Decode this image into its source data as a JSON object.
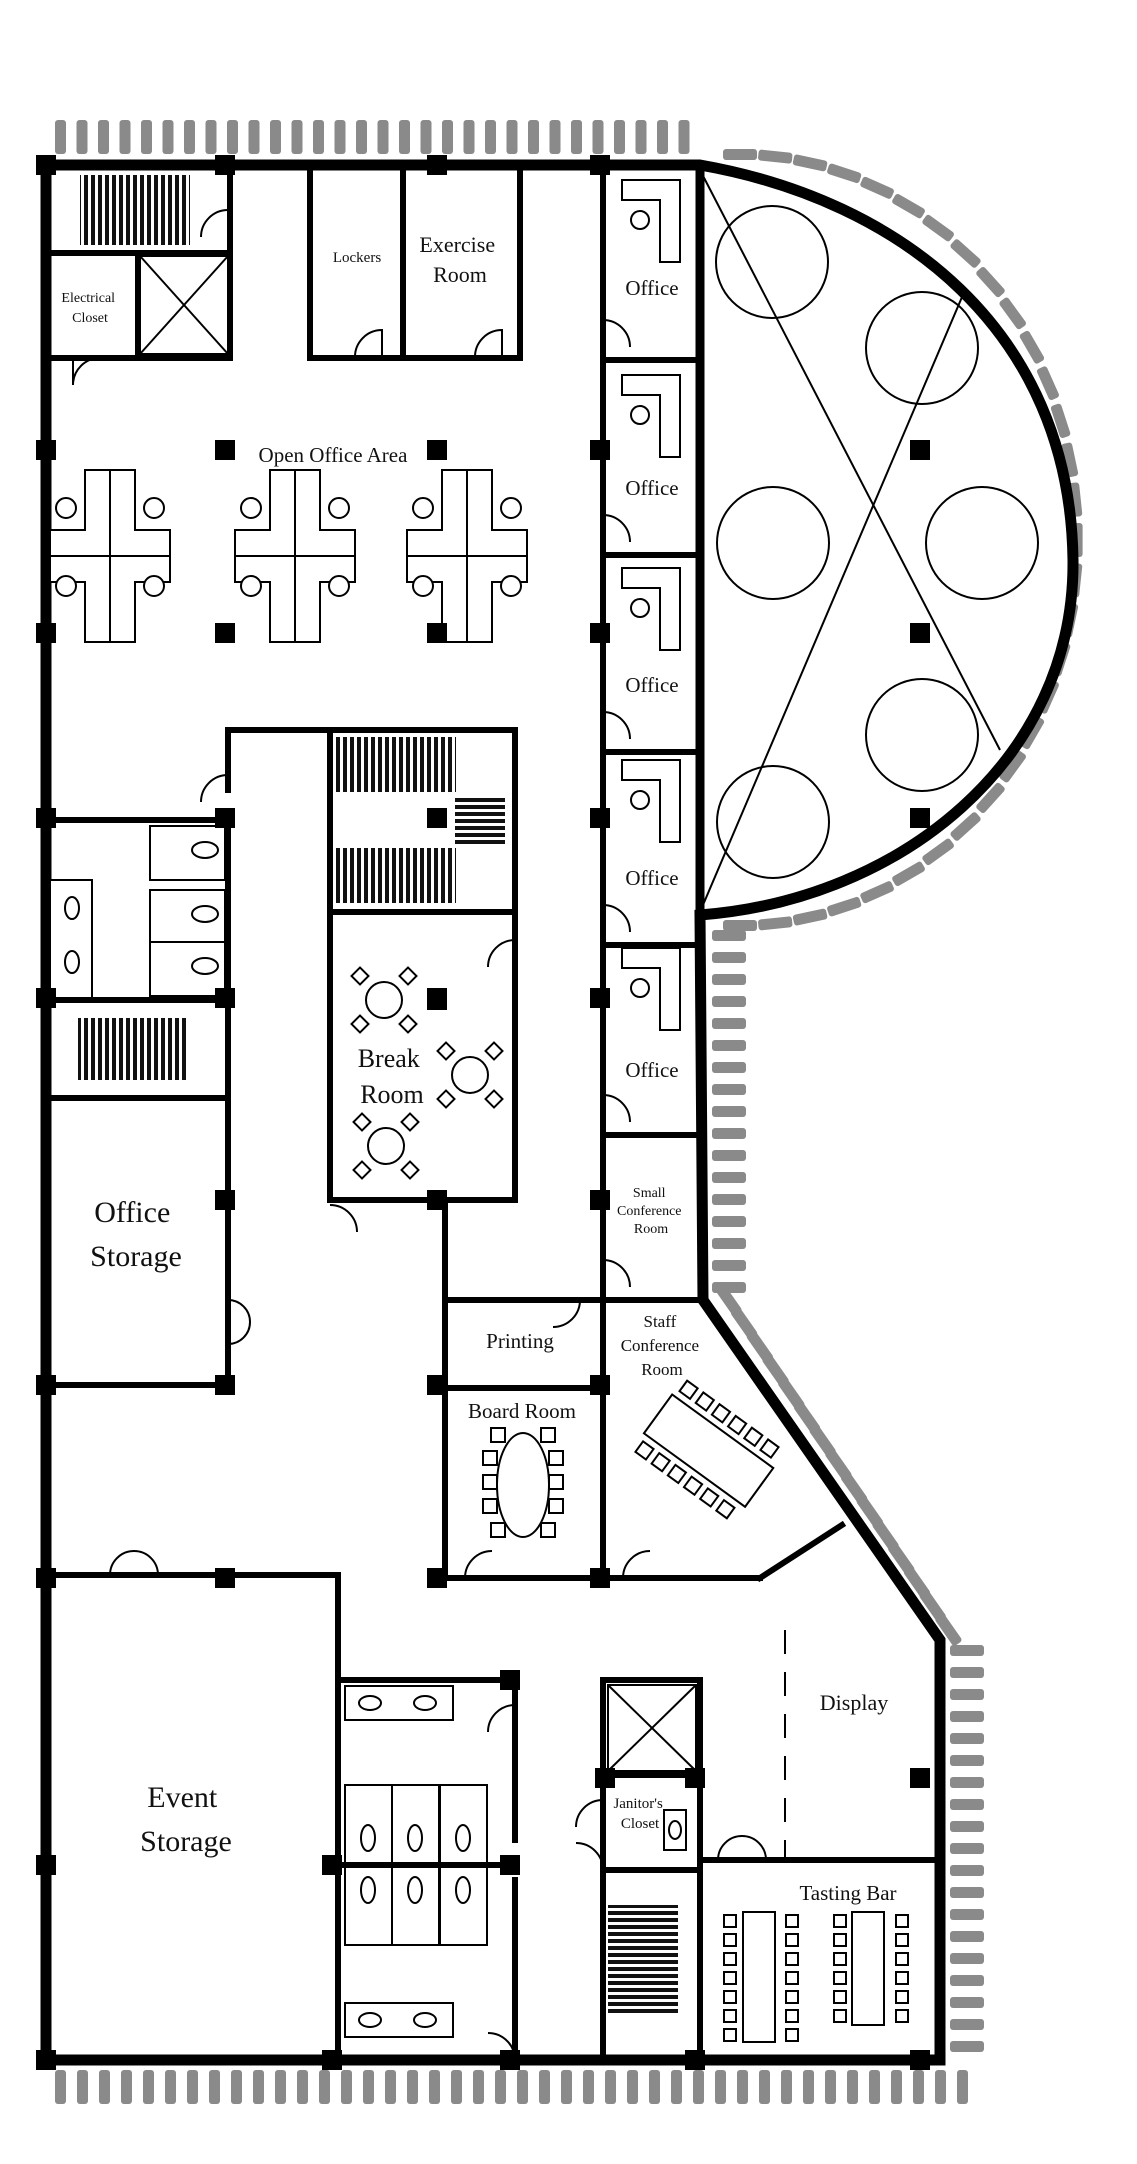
{
  "rooms": {
    "electrical_closet": [
      "Electrical",
      "Closet"
    ],
    "lockers": "Lockers",
    "exercise_room": [
      "Exercise",
      "Room"
    ],
    "open_office_area": "Open Office Area",
    "office": "Office",
    "break_room": [
      "Break",
      "Room"
    ],
    "office_storage": [
      "Office",
      "Storage"
    ],
    "small_conference_room": [
      "Small",
      "Conference",
      "Room"
    ],
    "staff_conference_room": [
      "Staff",
      "Conference",
      "Room"
    ],
    "printing": "Printing",
    "board_room": "Board Room",
    "display": "Display",
    "janitors_closet": [
      "Janitor's",
      "Closet"
    ],
    "event_storage": [
      "Event",
      "Storage"
    ],
    "tasting_bar": "Tasting Bar"
  },
  "colors": {
    "wall": "#000000",
    "exterior_hatch": "#8a8a8a",
    "background": "#ffffff"
  }
}
